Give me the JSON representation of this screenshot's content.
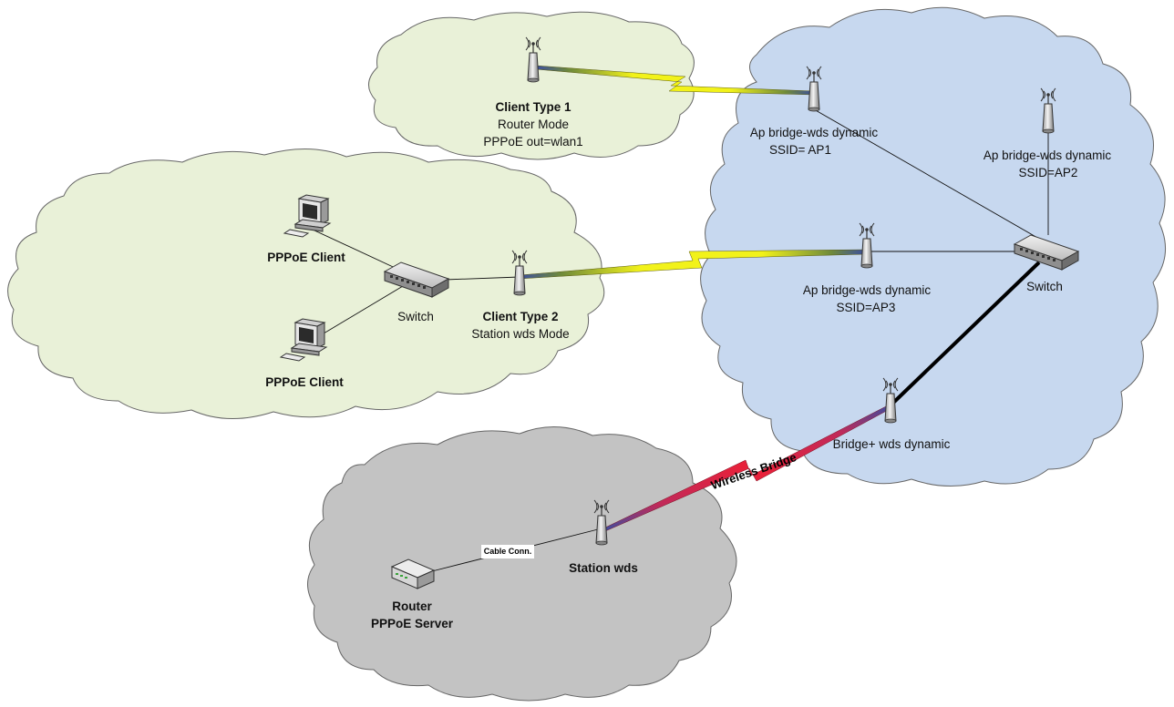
{
  "labels": {
    "client1_title": "Client Type 1",
    "client1_mode": "Router Mode",
    "client1_pppoe": "PPPoE out=wlan1",
    "ap1_mode": "Ap bridge-wds dynamic",
    "ap1_ssid": "SSID= AP1",
    "ap2_mode": "Ap bridge-wds dynamic",
    "ap2_ssid": "SSID=AP2",
    "ap3_mode": "Ap bridge-wds dynamic",
    "ap3_ssid": "SSID=AP3",
    "switch_right": "Switch",
    "bridge_mode": "Bridge+ wds dynamic",
    "pppoe_client_1": "PPPoE Client",
    "pppoe_client_2": "PPPoE Client",
    "switch_left": "Switch",
    "client2_title": "Client Type 2",
    "client2_mode": "Station wds Mode",
    "wireless_bridge": "Wireless Bridge",
    "cable_conn": "Cable Conn.",
    "station_wds": "Station wds",
    "router_title": "Router",
    "router_sub": "PPPoE Server"
  },
  "colors": {
    "green_cloud": "#e9f1d8",
    "blue_cloud": "#c7d8ef",
    "gray_cloud": "#c3c3c3",
    "wireless_yellow": "#f2f21a",
    "wireless_red": "#e8213a"
  }
}
